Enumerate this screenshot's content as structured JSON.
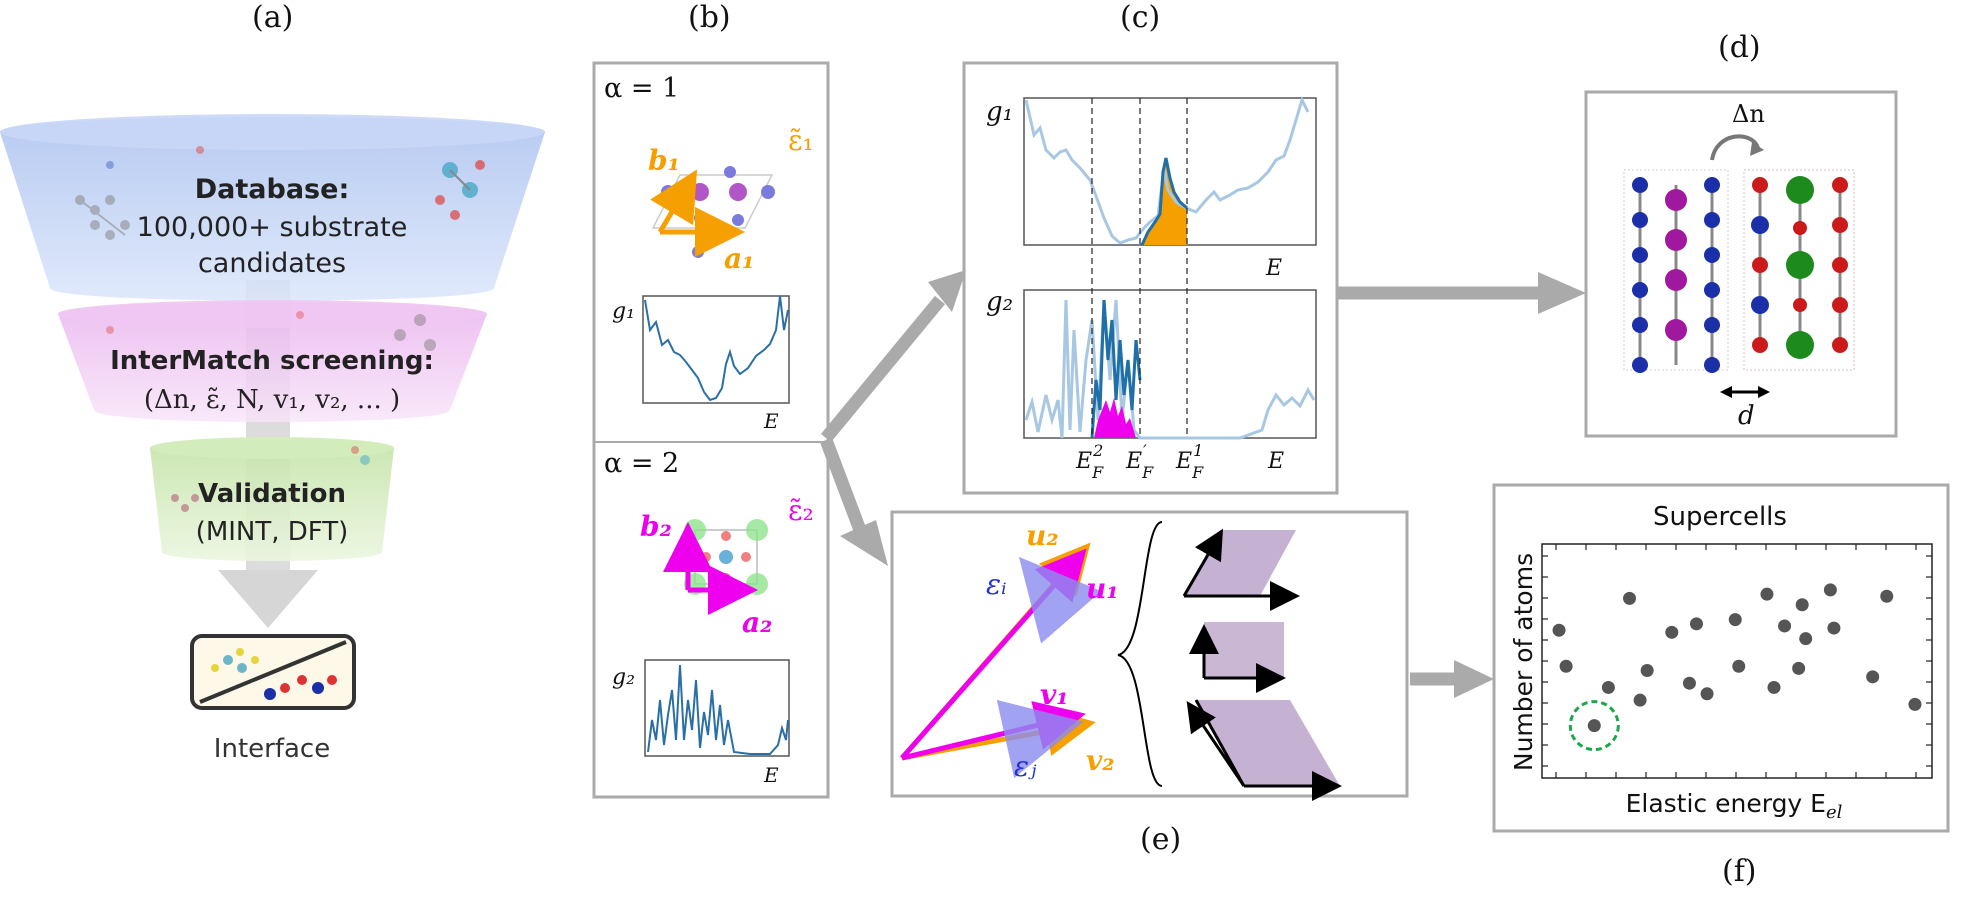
{
  "panels": {
    "a": "(a)",
    "b": "(b)",
    "c": "(c)",
    "d": "(d)",
    "e": "(e)",
    "f": "(f)"
  },
  "funnel": {
    "db_title": "Database:",
    "db_line1": "100,000+ substrate",
    "db_line2": "candidates",
    "screen_title": "InterMatch screening:",
    "screen_params": "(Δn, ε̃, N, v₁, v₂, ... )",
    "valid_title": "Validation",
    "valid_sub": "(MINT, DFT)",
    "interface_label": "Interface",
    "colors": {
      "tier1": "#b9cdf2",
      "tier2": "#efc4f2",
      "tier3": "#cfe8b6",
      "arrow": "#d8d8d8"
    }
  },
  "panel_b": {
    "alpha1": "α = 1",
    "alpha2": "α = 2",
    "eps1": "ε̃₁",
    "eps2": "ε̃₂",
    "b1": "b₁",
    "a1": "a₁",
    "b2": "b₂",
    "a2": "a₂",
    "g1": "g₁",
    "g2": "g₂",
    "E": "E",
    "colors": {
      "orange": "#f5a000",
      "magenta": "#ee00ee",
      "dos": "#2a6fa6"
    }
  },
  "panel_c": {
    "g1": "g₁",
    "g2": "g₂",
    "E": "E",
    "ef2": "E²F",
    "efp": "E′F",
    "ef1": "E¹F",
    "colors": {
      "light": "#a7c7e3",
      "dark": "#1f6fa8",
      "orange": "#f5a000",
      "magenta": "#ee00ee"
    }
  },
  "panel_d": {
    "delta_n": "Δn",
    "d_label": "d",
    "colors": {
      "blue": "#1a2fa8",
      "purple": "#a0189e",
      "green": "#1d8a1d",
      "red": "#cc1a1a"
    }
  },
  "panel_e": {
    "u2": "u₂",
    "u1": "u₁",
    "v1": "v₁",
    "v2": "v₂",
    "eps_i": "εᵢ",
    "eps_j": "εⱼ"
  },
  "panel_f": {
    "title": "Supercells",
    "ylabel": "Number of atoms",
    "xlabel": "Elastic energy E",
    "xlabel_sub": "el"
  },
  "chart_data": {
    "type": "scatter",
    "title": "Supercells",
    "xlabel": "Elastic energy Eel",
    "ylabel": "Number of atoms",
    "highlighted_index": 0,
    "points": [
      {
        "x": 0.12,
        "y": 0.2
      },
      {
        "x": 0.02,
        "y": 0.65
      },
      {
        "x": 0.04,
        "y": 0.48
      },
      {
        "x": 0.22,
        "y": 0.8
      },
      {
        "x": 0.27,
        "y": 0.46
      },
      {
        "x": 0.25,
        "y": 0.32
      },
      {
        "x": 0.34,
        "y": 0.64
      },
      {
        "x": 0.39,
        "y": 0.4
      },
      {
        "x": 0.41,
        "y": 0.68
      },
      {
        "x": 0.52,
        "y": 0.7
      },
      {
        "x": 0.53,
        "y": 0.48
      },
      {
        "x": 0.61,
        "y": 0.82
      },
      {
        "x": 0.63,
        "y": 0.38
      },
      {
        "x": 0.66,
        "y": 0.67
      },
      {
        "x": 0.71,
        "y": 0.77
      },
      {
        "x": 0.72,
        "y": 0.61
      },
      {
        "x": 0.79,
        "y": 0.84
      },
      {
        "x": 0.8,
        "y": 0.66
      },
      {
        "x": 0.7,
        "y": 0.47
      },
      {
        "x": 0.91,
        "y": 0.43
      },
      {
        "x": 0.95,
        "y": 0.81
      },
      {
        "x": 1.03,
        "y": 0.3
      },
      {
        "x": 0.16,
        "y": 0.38
      },
      {
        "x": 0.44,
        "y": 0.35
      }
    ]
  }
}
